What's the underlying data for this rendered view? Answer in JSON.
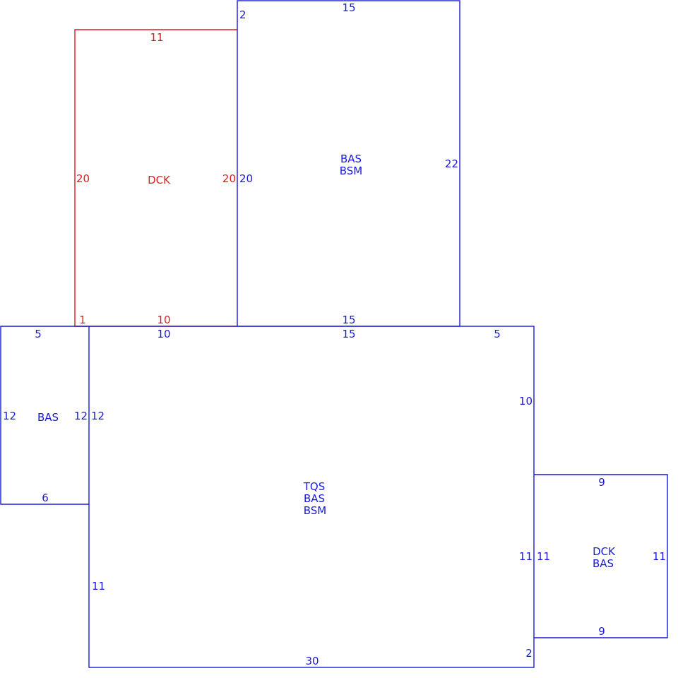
{
  "colors": {
    "blue": "#1a1ad6",
    "red": "#e01b1b",
    "background": "#ffffff"
  },
  "areas": {
    "deck_top": {
      "codes": [
        "DCK"
      ],
      "color": "red",
      "dims": {
        "top": "11",
        "left": "20",
        "right": "20",
        "bottom": "10",
        "bottom_left_jog": "1"
      }
    },
    "upper_block": {
      "codes": [
        "BAS",
        "BSM"
      ],
      "color": "blue",
      "dims": {
        "top": "15",
        "top_left": "2",
        "left": "20",
        "right": "22",
        "bottom": "15"
      }
    },
    "left_block": {
      "codes": [
        "BAS"
      ],
      "color": "blue",
      "dims": {
        "top": "5",
        "left": "12",
        "right": "12",
        "bottom": "6"
      }
    },
    "main_block": {
      "codes": [
        "TQS",
        "BAS",
        "BSM"
      ],
      "color": "blue",
      "dims": {
        "top_left": "10",
        "top_mid": "15",
        "top_right": "5",
        "left_upper": "12",
        "left_lower": "11",
        "right_upper": "10",
        "right_lower": "11",
        "bottom": "30",
        "bottom_right": "2"
      }
    },
    "right_block": {
      "codes": [
        "DCK",
        "BAS"
      ],
      "color": "blue",
      "dims": {
        "top": "9",
        "left": "11",
        "right": "11",
        "bottom": "9"
      }
    }
  }
}
